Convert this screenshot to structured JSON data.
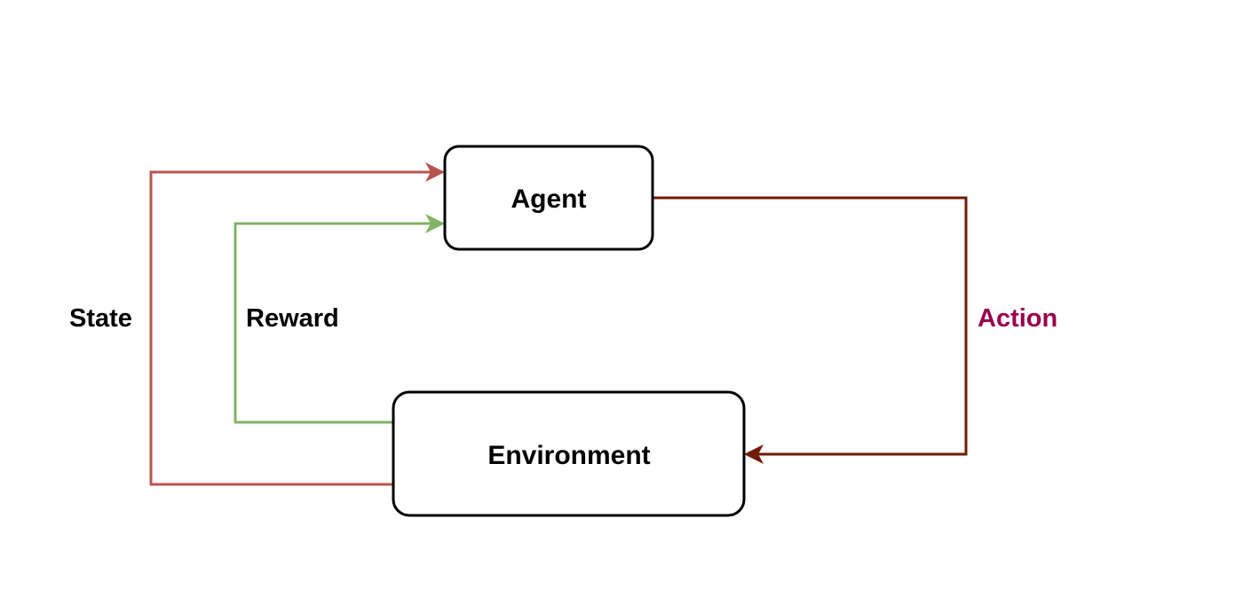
{
  "nodes": {
    "agent": {
      "label": "Agent"
    },
    "environment": {
      "label": "Environment"
    }
  },
  "edges": {
    "state": {
      "label": "State",
      "color": "#b85450",
      "label_color": "#000000"
    },
    "reward": {
      "label": "Reward",
      "color": "#82b366",
      "label_color": "#000000"
    },
    "action": {
      "label": "Action",
      "color": "#6f1a07",
      "label_color": "#99004d"
    }
  }
}
